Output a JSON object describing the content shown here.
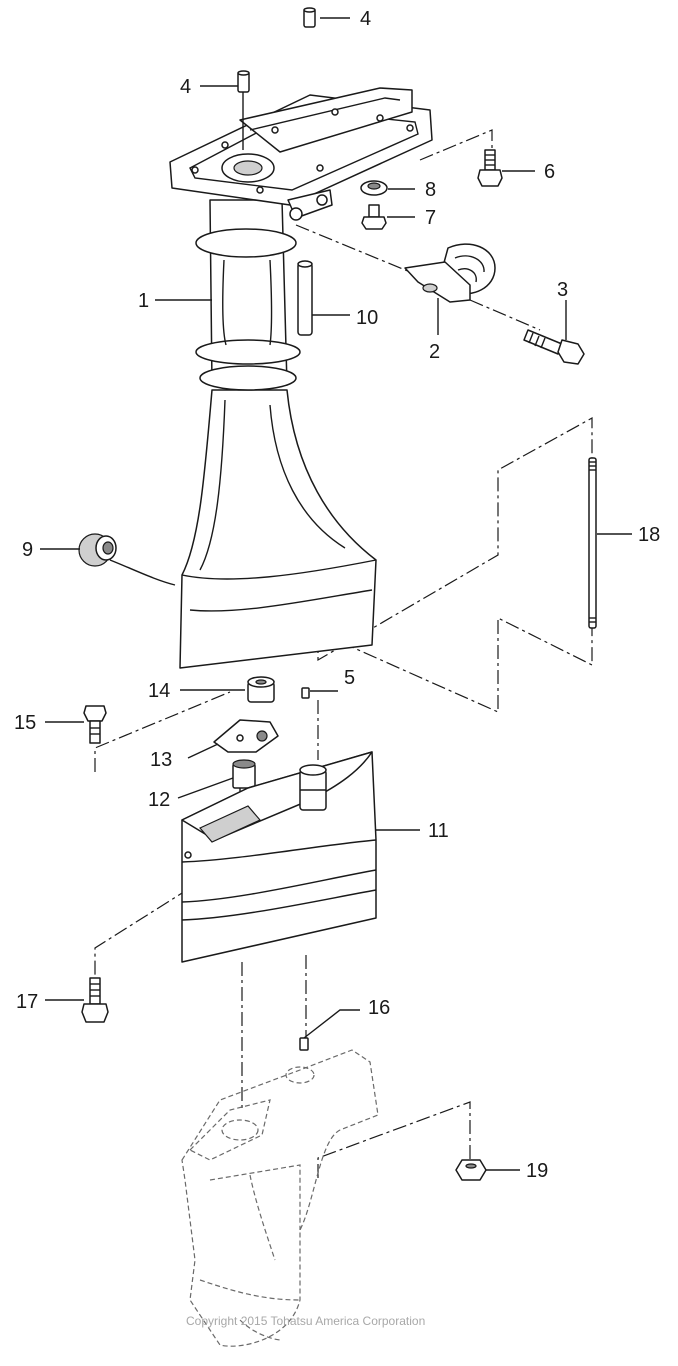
{
  "callouts": [
    {
      "id": "1",
      "text": "1"
    },
    {
      "id": "2",
      "text": "2"
    },
    {
      "id": "3",
      "text": "3"
    },
    {
      "id": "4a",
      "text": "4"
    },
    {
      "id": "4b",
      "text": "4"
    },
    {
      "id": "5",
      "text": "5"
    },
    {
      "id": "6",
      "text": "6"
    },
    {
      "id": "7",
      "text": "7"
    },
    {
      "id": "8",
      "text": "8"
    },
    {
      "id": "9",
      "text": "9"
    },
    {
      "id": "10",
      "text": "10"
    },
    {
      "id": "11",
      "text": "11"
    },
    {
      "id": "12",
      "text": "12"
    },
    {
      "id": "13",
      "text": "13"
    },
    {
      "id": "14",
      "text": "14"
    },
    {
      "id": "15",
      "text": "15"
    },
    {
      "id": "16",
      "text": "16"
    },
    {
      "id": "17",
      "text": "17"
    },
    {
      "id": "18",
      "text": "18"
    },
    {
      "id": "19",
      "text": "19"
    }
  ],
  "copyright": "Copyright 2015 Tohatsu America Corporation"
}
